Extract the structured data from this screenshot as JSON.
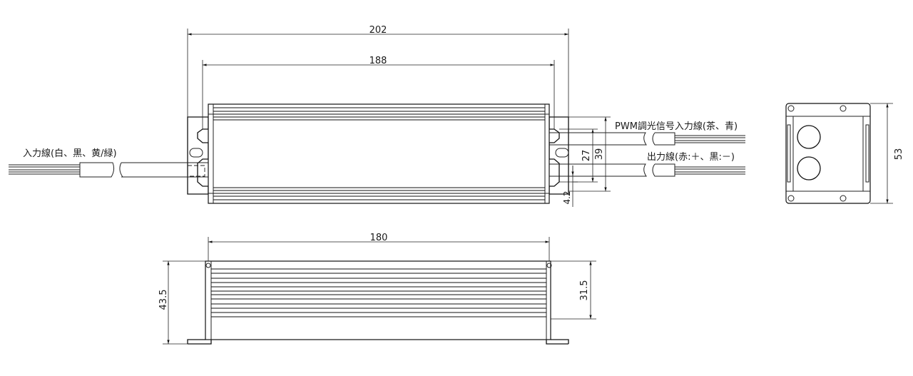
{
  "dimensions": {
    "overall_length": "202",
    "body_length": "188",
    "side_length": "180",
    "hole_spacing": "27",
    "mount_width": "39",
    "hole_offset": "4.2",
    "side_height": "43.5",
    "body_height": "31.5",
    "end_height": "53"
  },
  "labels": {
    "input_wire": "入力線(白、黒、黄/緑)",
    "pwm_wire": "PWM調光信号入力線(茶、青)",
    "output_wire": "出力線(赤:＋、黒:－)"
  },
  "colors": {
    "line": "#111111",
    "background": "#ffffff"
  }
}
